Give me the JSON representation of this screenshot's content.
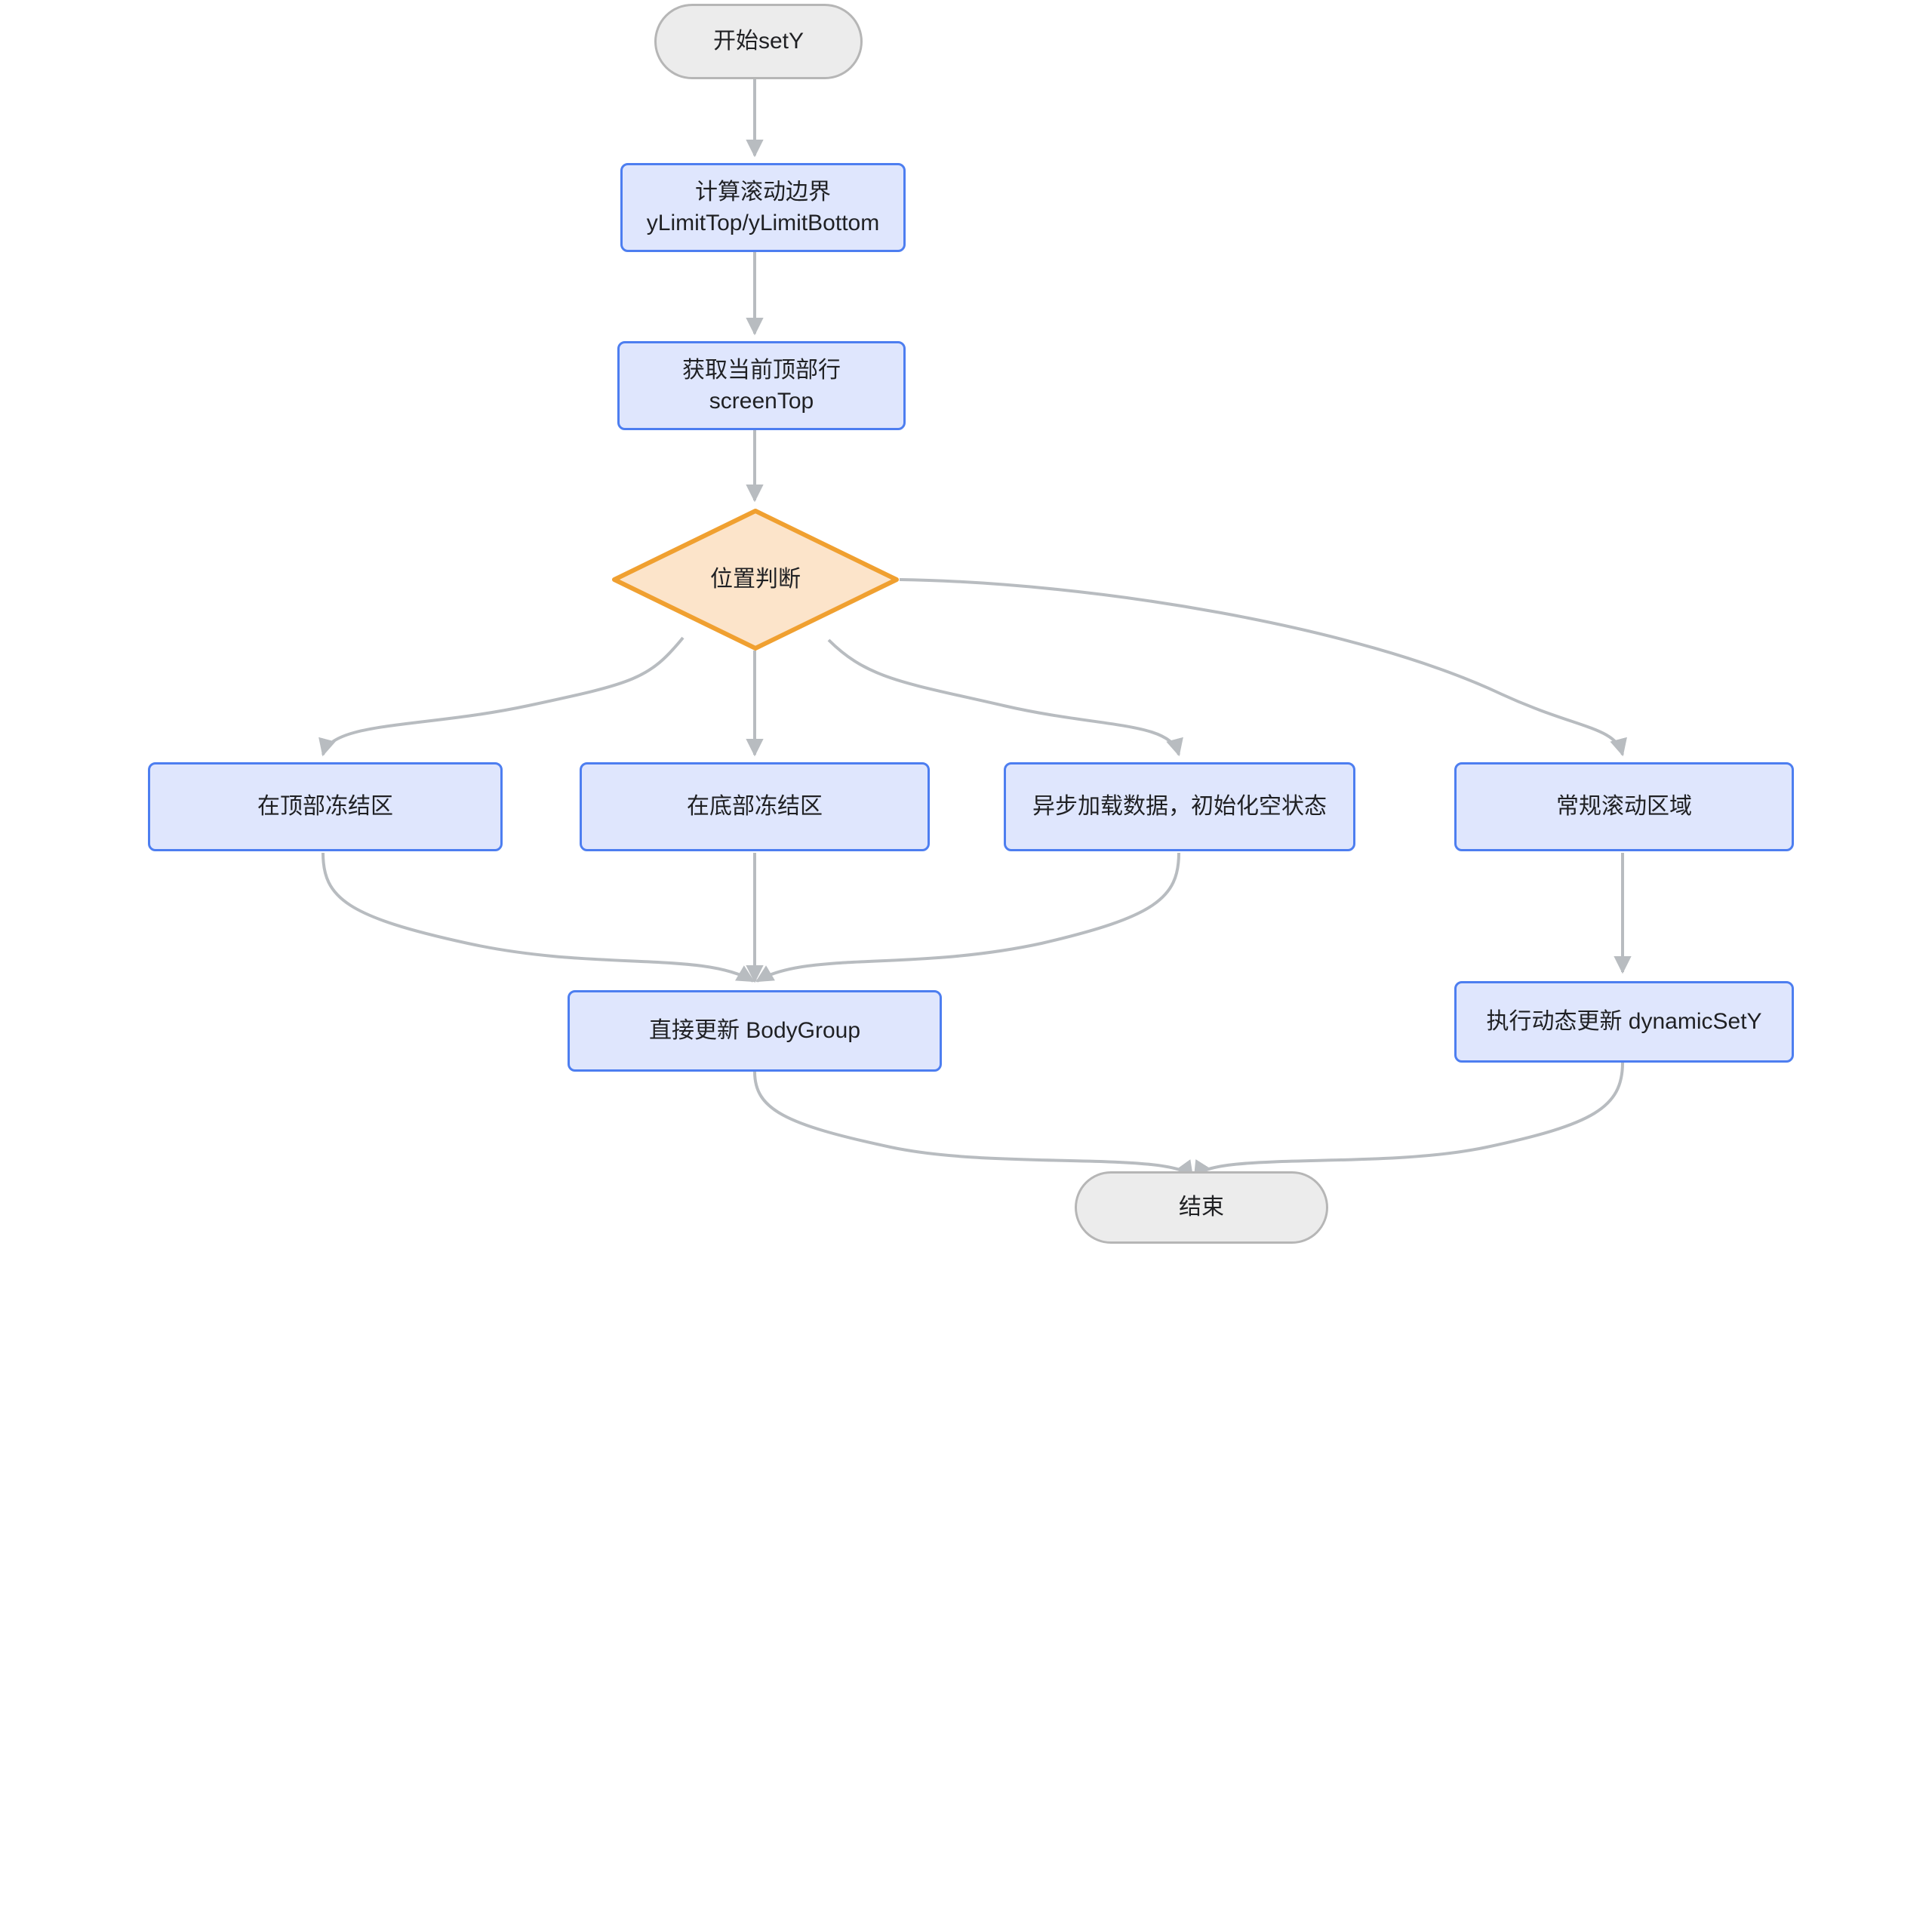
{
  "diagram": {
    "type": "flowchart",
    "direction": "top-down",
    "background_color": "#ffffff",
    "palette": {
      "terminal_fill": "#ececec",
      "terminal_stroke": "#b6b6b6",
      "process_fill": "#dfe6fd",
      "process_stroke": "#4d7ef0",
      "decision_fill": "#fce4ca",
      "decision_stroke": "#f0a030",
      "edge_stroke": "#b8bcc0",
      "text_color": "#1f2023"
    },
    "nodes": [
      {
        "id": "start",
        "label": "开始setY",
        "shape": "stadium"
      },
      {
        "id": "limits",
        "label": "计算滚动边界\nyLimitTop/yLimitBottom",
        "shape": "rect"
      },
      {
        "id": "screentop",
        "label": "获取当前顶部行\nscreenTop",
        "shape": "rect"
      },
      {
        "id": "decision",
        "label": "位置判断",
        "shape": "diamond"
      },
      {
        "id": "frozen_top",
        "label": "在顶部冻结区",
        "shape": "rect"
      },
      {
        "id": "frozen_bottom",
        "label": "在底部冻结区",
        "shape": "rect"
      },
      {
        "id": "async_load",
        "label": "异步加载数据，初始化空状态",
        "shape": "rect"
      },
      {
        "id": "normal_area",
        "label": "常规滚动区域",
        "shape": "rect"
      },
      {
        "id": "update_body",
        "label": "直接更新 BodyGroup",
        "shape": "rect"
      },
      {
        "id": "dynamic_sety",
        "label": "执行动态更新  dynamicSetY",
        "shape": "rect"
      },
      {
        "id": "end",
        "label": "结束",
        "shape": "stadium"
      }
    ],
    "edges": [
      {
        "from": "start",
        "to": "limits",
        "label": ""
      },
      {
        "from": "limits",
        "to": "screentop",
        "label": ""
      },
      {
        "from": "screentop",
        "to": "decision",
        "label": ""
      },
      {
        "from": "decision",
        "to": "frozen_top",
        "label": ""
      },
      {
        "from": "decision",
        "to": "frozen_bottom",
        "label": ""
      },
      {
        "from": "decision",
        "to": "async_load",
        "label": ""
      },
      {
        "from": "decision",
        "to": "normal_area",
        "label": ""
      },
      {
        "from": "frozen_top",
        "to": "update_body",
        "label": ""
      },
      {
        "from": "frozen_bottom",
        "to": "update_body",
        "label": ""
      },
      {
        "from": "async_load",
        "to": "update_body",
        "label": ""
      },
      {
        "from": "normal_area",
        "to": "dynamic_sety",
        "label": ""
      },
      {
        "from": "update_body",
        "to": "end",
        "label": ""
      },
      {
        "from": "dynamic_sety",
        "to": "end",
        "label": ""
      }
    ]
  }
}
